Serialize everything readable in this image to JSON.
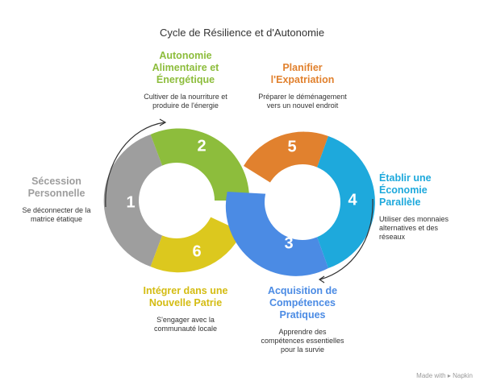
{
  "title": "Cycle de Résilience et d'Autonomie",
  "colors": {
    "grey": "#9e9e9e",
    "green": "#8dbd3c",
    "yellow": "#dcc81e",
    "orange": "#e1812e",
    "cyan": "#1ea9dc",
    "blue": "#4b8be4"
  },
  "steps": [
    {
      "number": "1",
      "heading": [
        "Sécession",
        "Personnelle"
      ],
      "description": [
        "Se déconnecter de la",
        "matrice étatique"
      ]
    },
    {
      "number": "2",
      "heading": [
        "Autonomie",
        "Alimentaire et",
        "Énergétique"
      ],
      "description": [
        "Cultiver de la nourriture et",
        "produire de l'énergie"
      ]
    },
    {
      "number": "3",
      "heading": [
        "Acquisition de",
        "Compétences",
        "Pratiques"
      ],
      "description": [
        "Apprendre des",
        "compétences essentielles",
        "pour la survie"
      ]
    },
    {
      "number": "4",
      "heading": [
        "Établir une",
        "Économie",
        "Parallèle"
      ],
      "description": [
        "Utiliser des monnaies",
        "alternatives et des",
        "réseaux"
      ]
    },
    {
      "number": "5",
      "heading": [
        "Planifier",
        "l'Expatriation"
      ],
      "description": [
        "Préparer le déménagement",
        "vers un nouvel endroit"
      ]
    },
    {
      "number": "6",
      "heading": [
        "Intégrer dans une",
        "Nouvelle Patrie"
      ],
      "description": [
        "S'engager avec la",
        "communauté locale"
      ]
    }
  ],
  "branding": "Made with ▸ Napkin"
}
